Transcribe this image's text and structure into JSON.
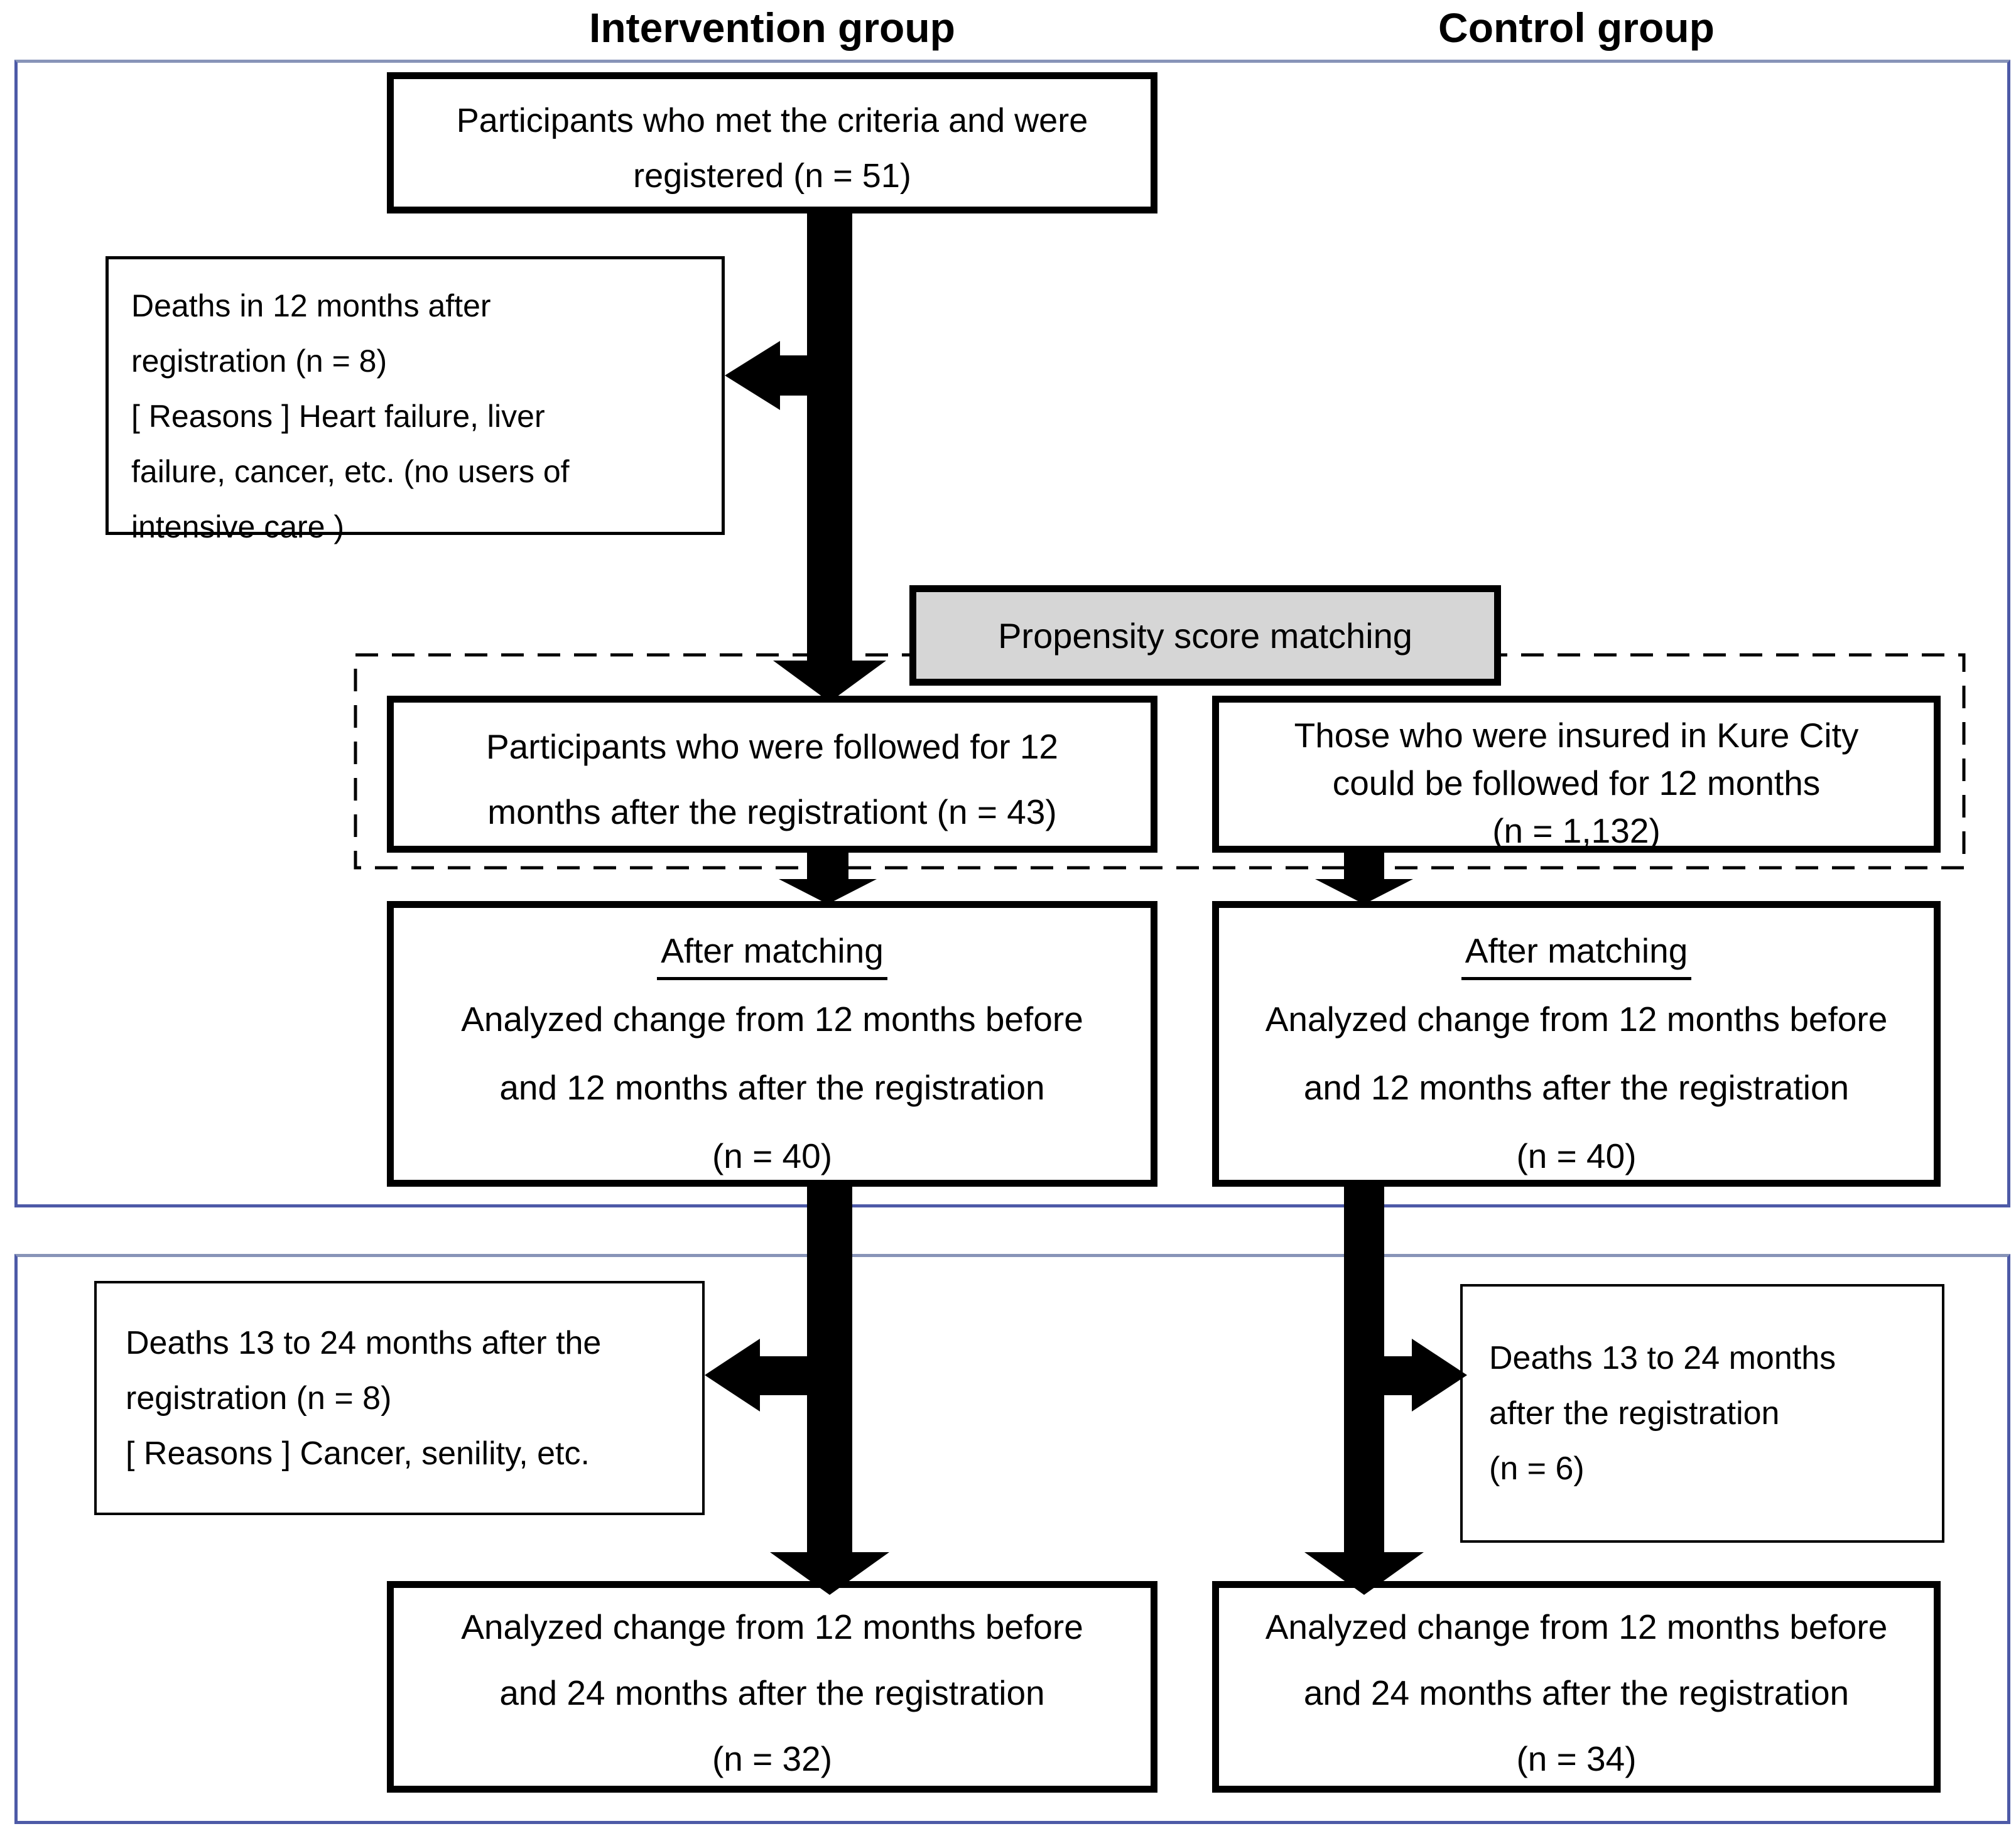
{
  "titles": {
    "intervention": "Intervention group",
    "control": "Control group"
  },
  "propensity": {
    "label": "Propensity score matching"
  },
  "intervention": {
    "registered": {
      "lines": [
        "Participants who met the criteria and were",
        "registered (n = 51)"
      ]
    },
    "deaths12": {
      "lines": [
        "Deaths in 12 months after",
        "registration (n = 8)",
        "[ Reasons ] Heart failure, liver",
        "failure, cancer, etc. (no users of",
        "intensive care )"
      ]
    },
    "followed": {
      "lines": [
        "Participants who were followed for 12",
        "months after the registrationt (n = 43)"
      ]
    },
    "after_matching": {
      "heading": "After matching",
      "lines": [
        "Analyzed change from 12 months before",
        "and 12 months after the registration",
        "(n = 40)"
      ]
    },
    "deaths24": {
      "lines": [
        "Deaths 13 to 24 months after the",
        "registration (n = 8)",
        "[ Reasons ] Cancer, senility, etc."
      ]
    },
    "final": {
      "lines": [
        "Analyzed change from 12 months before",
        "and 24 months after the registration",
        "(n = 32)"
      ]
    }
  },
  "control": {
    "insured": {
      "lines": [
        "Those who were insured in Kure City",
        "could be followed for 12 months",
        "(n = 1,132)"
      ]
    },
    "after_matching": {
      "heading": "After matching",
      "lines": [
        "Analyzed change from 12 months before",
        "and 12 months after the registration",
        "(n = 40)"
      ]
    },
    "deaths24": {
      "lines": [
        "Deaths 13 to 24 months",
        "after the registration",
        "(n = 6)"
      ]
    },
    "final": {
      "lines": [
        "Analyzed change from 12 months before",
        "and 24 months after the registration",
        "(n = 34)"
      ]
    }
  },
  "colors": {
    "box_border": "#000000",
    "section_border": "#4d5aa7",
    "matching_fill": "#d6d6d6",
    "arrow": "#000000"
  }
}
